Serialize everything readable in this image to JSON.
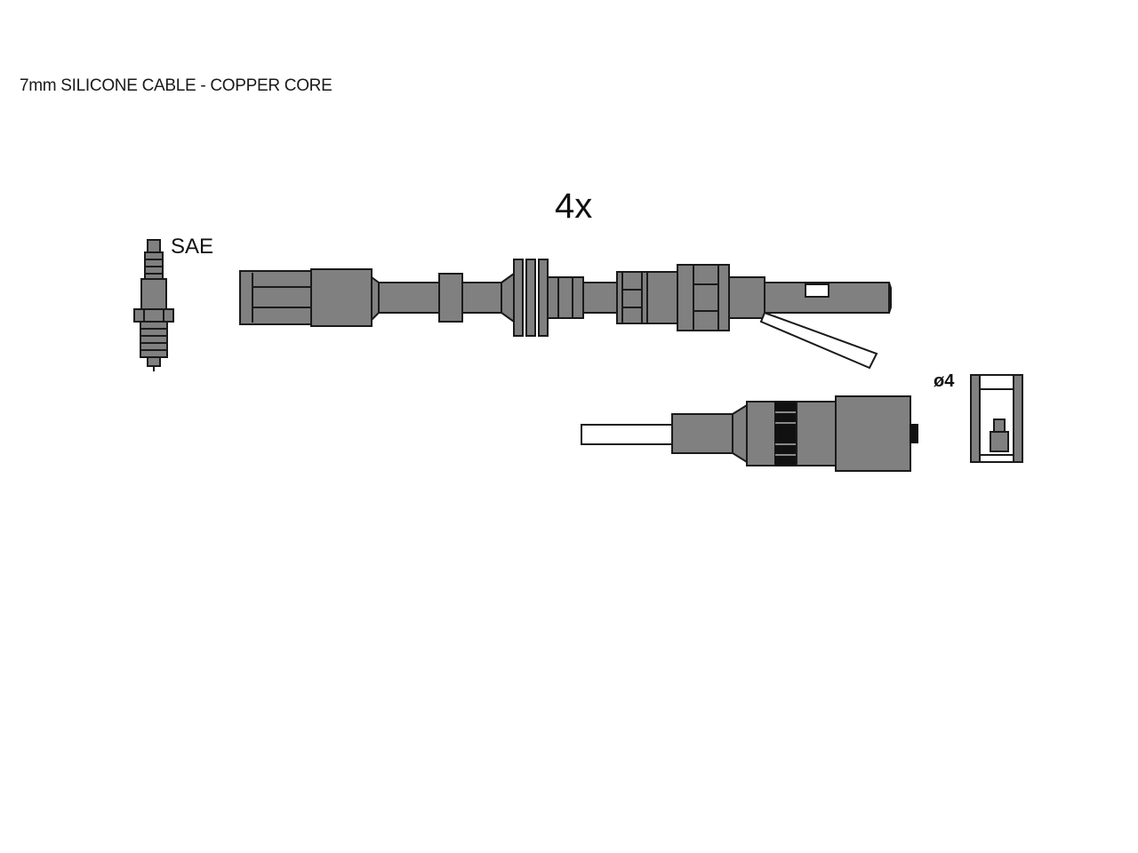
{
  "diagram": {
    "caption": "7mm SILICONE CABLE - COPPER CORE",
    "quantity": "4x",
    "spark_plug_label": "SAE",
    "terminal_label": "ø4"
  }
}
